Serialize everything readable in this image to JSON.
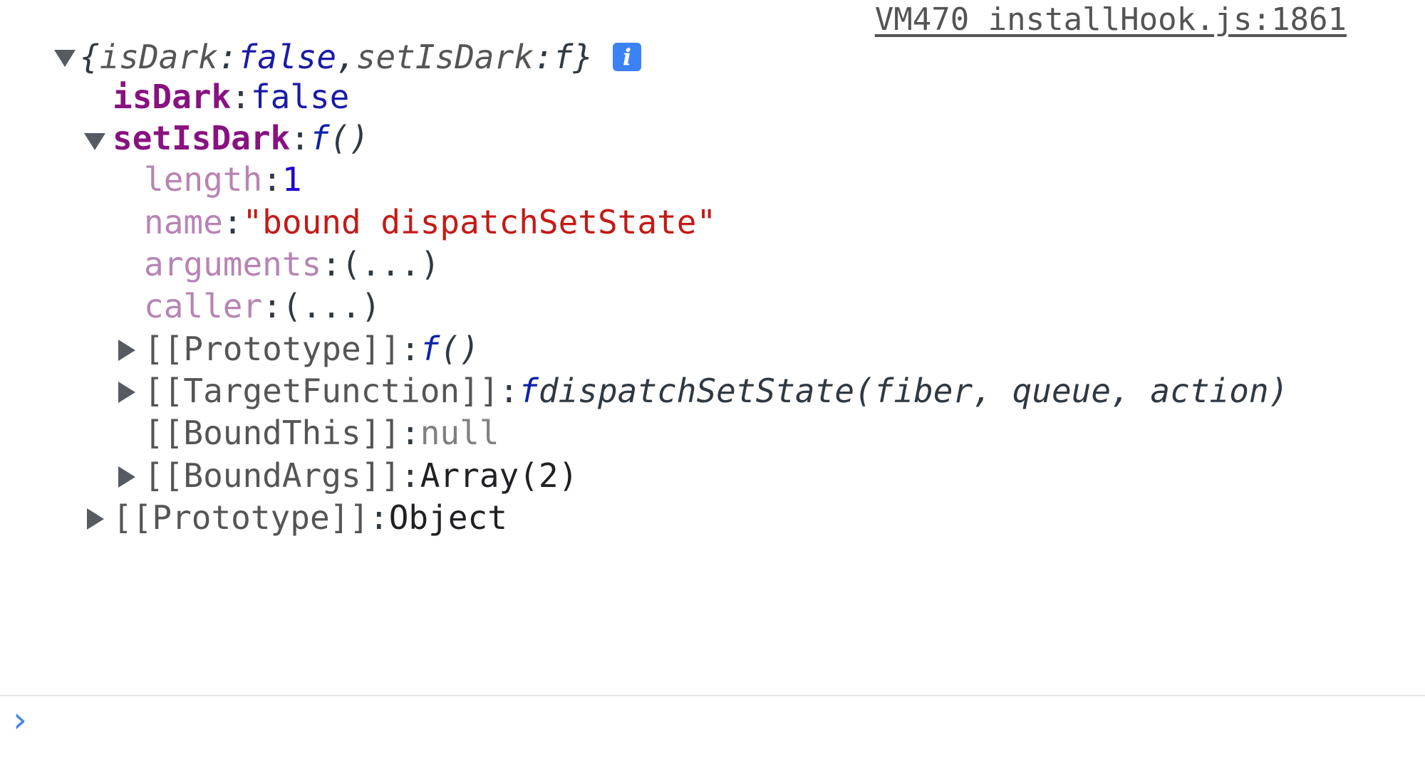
{
  "source": {
    "link": "VM470 installHook.js:1861"
  },
  "summary": {
    "open_brace": "{",
    "key1": "isDark",
    "colon1": ": ",
    "val1": "false",
    "sep": ", ",
    "key2": "setIsDark",
    "colon2": ": ",
    "val2": "f",
    "close_brace": "}",
    "info_icon": "i"
  },
  "props": {
    "isDark": {
      "key": "isDark",
      "colon": ": ",
      "value": "false"
    },
    "setIsDark": {
      "key": "setIsDark",
      "colon": ": ",
      "f": "f",
      "sig": " ()"
    },
    "length": {
      "key": "length",
      "colon": ": ",
      "value": "1"
    },
    "name": {
      "key": "name",
      "colon": ": ",
      "value": "\"bound dispatchSetState\""
    },
    "arguments": {
      "key": "arguments",
      "colon": ": ",
      "value": "(...)"
    },
    "caller": {
      "key": "caller",
      "colon": ": ",
      "value": "(...)"
    },
    "fn_prototype": {
      "key": "[[Prototype]]",
      "colon": ": ",
      "f": "f",
      "sig": " ()"
    },
    "target_function": {
      "key": "[[TargetFunction]]",
      "colon": ": ",
      "f": "f",
      "sig": " dispatchSetState(fiber, queue, action)"
    },
    "bound_this": {
      "key": "[[BoundThis]]",
      "colon": ": ",
      "value": "null"
    },
    "bound_args": {
      "key": "[[BoundArgs]]",
      "colon": ": ",
      "value": "Array(2)"
    },
    "obj_prototype": {
      "key": "[[Prototype]]",
      "colon": ": ",
      "value": "Object"
    }
  },
  "console": {
    "prompt_icon": "›",
    "input_value": ""
  },
  "colors": {
    "own_key": "#881280",
    "inherited_key": "#b784b4",
    "string": "#c41a16",
    "number": "#1c00cf",
    "boolean": "#1a1aa6",
    "prompt": "#4285f4",
    "info_badge": "#3b82f6"
  }
}
